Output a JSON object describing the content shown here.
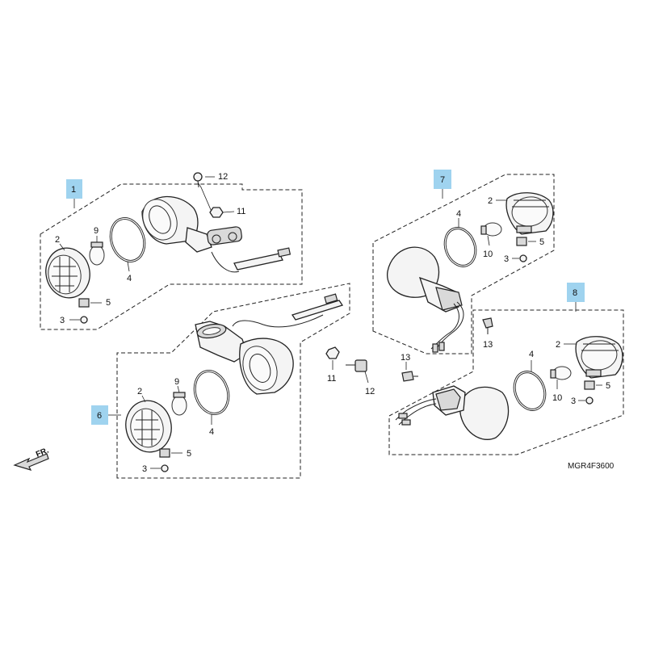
{
  "diagram": {
    "code": "MGR4F3600",
    "direction_label": "FR.",
    "group_tags": {
      "front_left": "1",
      "front_right": "6",
      "rear_left": "7",
      "rear_right": "8"
    },
    "callouts": {
      "lens": "2",
      "screw": "3",
      "rubber_ring": "4",
      "nut": "5",
      "bulb": "9",
      "bracket_nut": "11",
      "bracket_bolt": "12",
      "rear_bolt": "13",
      "rear_bulb": "10"
    }
  }
}
